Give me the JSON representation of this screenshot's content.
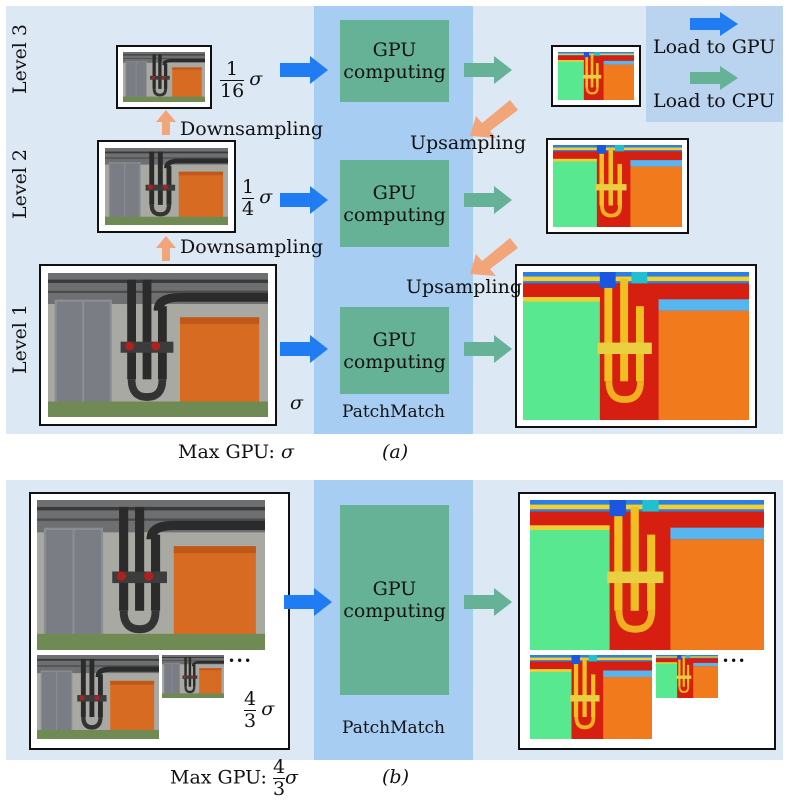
{
  "colors": {
    "panel_bg": "#dde8f5",
    "patchmatch_bg": "#a7cdf3",
    "gpu_block": "#66b296",
    "load_gpu_arrow": "#1f7cf3",
    "load_cpu_arrow": "#66b296",
    "scale_arrow": "#f3a57a"
  },
  "top": {
    "level3": "Level 3",
    "level2": "Level 2",
    "level1": "Level 1",
    "frac3_num": "1",
    "frac3_den": "16",
    "frac2_num": "1",
    "frac2_den": "4",
    "sigma": "σ",
    "downsampling": "Downsampling",
    "upsampling": "Upsampling",
    "gpu_line1": "GPU",
    "gpu_line2": "computing",
    "patchmatch": "PatchMatch",
    "legend_gpu": "Load to GPU",
    "legend_cpu": "Load to CPU",
    "max_gpu": "Max GPU:",
    "caption": "(a)"
  },
  "bottom": {
    "ellipsis": "•••",
    "frac_num": "4",
    "frac_den": "3",
    "sigma": "σ",
    "gpu_line1": "GPU",
    "gpu_line2": "computing",
    "patchmatch": "PatchMatch",
    "max_gpu": "Max GPU:",
    "caption": "(b)"
  }
}
